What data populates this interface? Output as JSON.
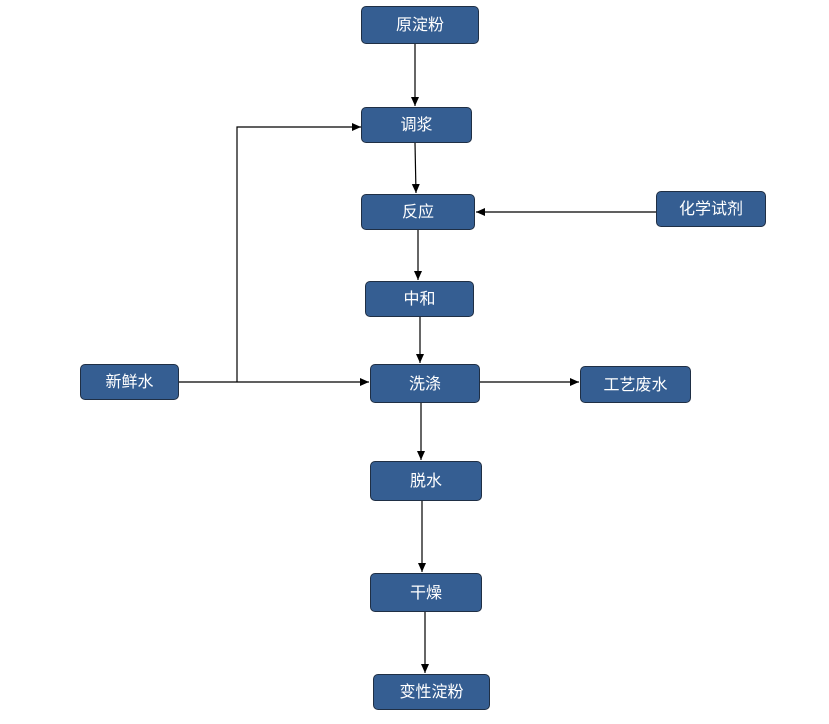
{
  "diagram": {
    "type": "process-flowchart",
    "nodes": [
      {
        "id": "raw_starch",
        "label": "原淀粉"
      },
      {
        "id": "slurry",
        "label": "调浆"
      },
      {
        "id": "reaction",
        "label": "反应"
      },
      {
        "id": "chemical_reagent",
        "label": "化学试剂"
      },
      {
        "id": "neutralization",
        "label": "中和"
      },
      {
        "id": "fresh_water",
        "label": "新鲜水"
      },
      {
        "id": "washing",
        "label": "洗涤"
      },
      {
        "id": "process_wastewater",
        "label": "工艺废水"
      },
      {
        "id": "dewatering",
        "label": "脱水"
      },
      {
        "id": "drying",
        "label": "干燥"
      },
      {
        "id": "modified_starch",
        "label": "变性淀粉"
      }
    ],
    "edges": [
      {
        "from": "raw_starch",
        "to": "slurry"
      },
      {
        "from": "slurry",
        "to": "reaction"
      },
      {
        "from": "chemical_reagent",
        "to": "reaction"
      },
      {
        "from": "reaction",
        "to": "neutralization"
      },
      {
        "from": "neutralization",
        "to": "washing"
      },
      {
        "from": "fresh_water",
        "to": "washing"
      },
      {
        "from": "fresh_water",
        "to": "slurry"
      },
      {
        "from": "washing",
        "to": "process_wastewater"
      },
      {
        "from": "washing",
        "to": "dewatering"
      },
      {
        "from": "dewatering",
        "to": "drying"
      },
      {
        "from": "drying",
        "to": "modified_starch"
      }
    ],
    "colors": {
      "node_fill": "#355e92",
      "node_border": "#1f2f45",
      "node_text": "#ffffff",
      "connector": "#000000",
      "background": "#ffffff"
    }
  }
}
